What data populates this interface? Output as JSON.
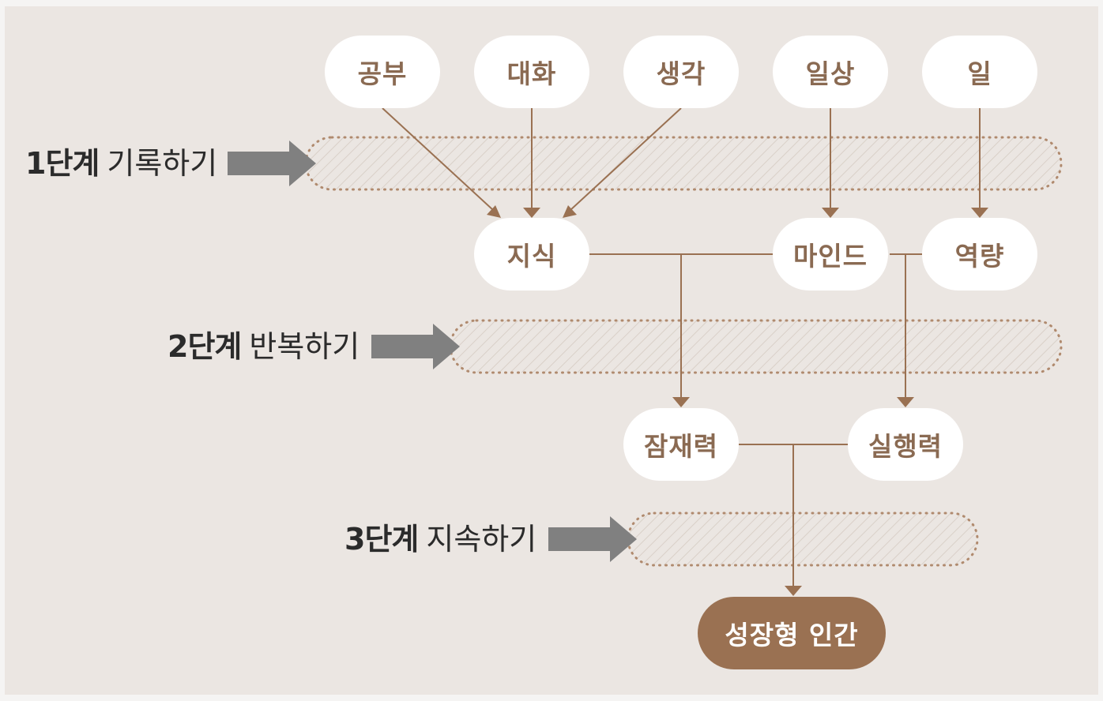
{
  "sources": {
    "study": "공부",
    "conversation": "대화",
    "thought": "생각",
    "daily_life": "일상",
    "work": "일"
  },
  "intermediate": {
    "knowledge": "지식",
    "mindset": "마인드",
    "capability": "역량"
  },
  "outcomes": {
    "potential": "잠재력",
    "execution": "실행력"
  },
  "final": "성장형 인간",
  "stages": [
    {
      "step": "1단계",
      "action": "기록하기"
    },
    {
      "step": "2단계",
      "action": "반복하기"
    },
    {
      "step": "3단계",
      "action": "지속하기"
    }
  ],
  "colors": {
    "background": "#ebe6e2",
    "node_fill": "#ffffff",
    "node_text": "#8a6a52",
    "connector": "#9a7152",
    "band_dots": "#b08a6e",
    "arrow": "#808080",
    "final_fill": "#9a7152"
  }
}
